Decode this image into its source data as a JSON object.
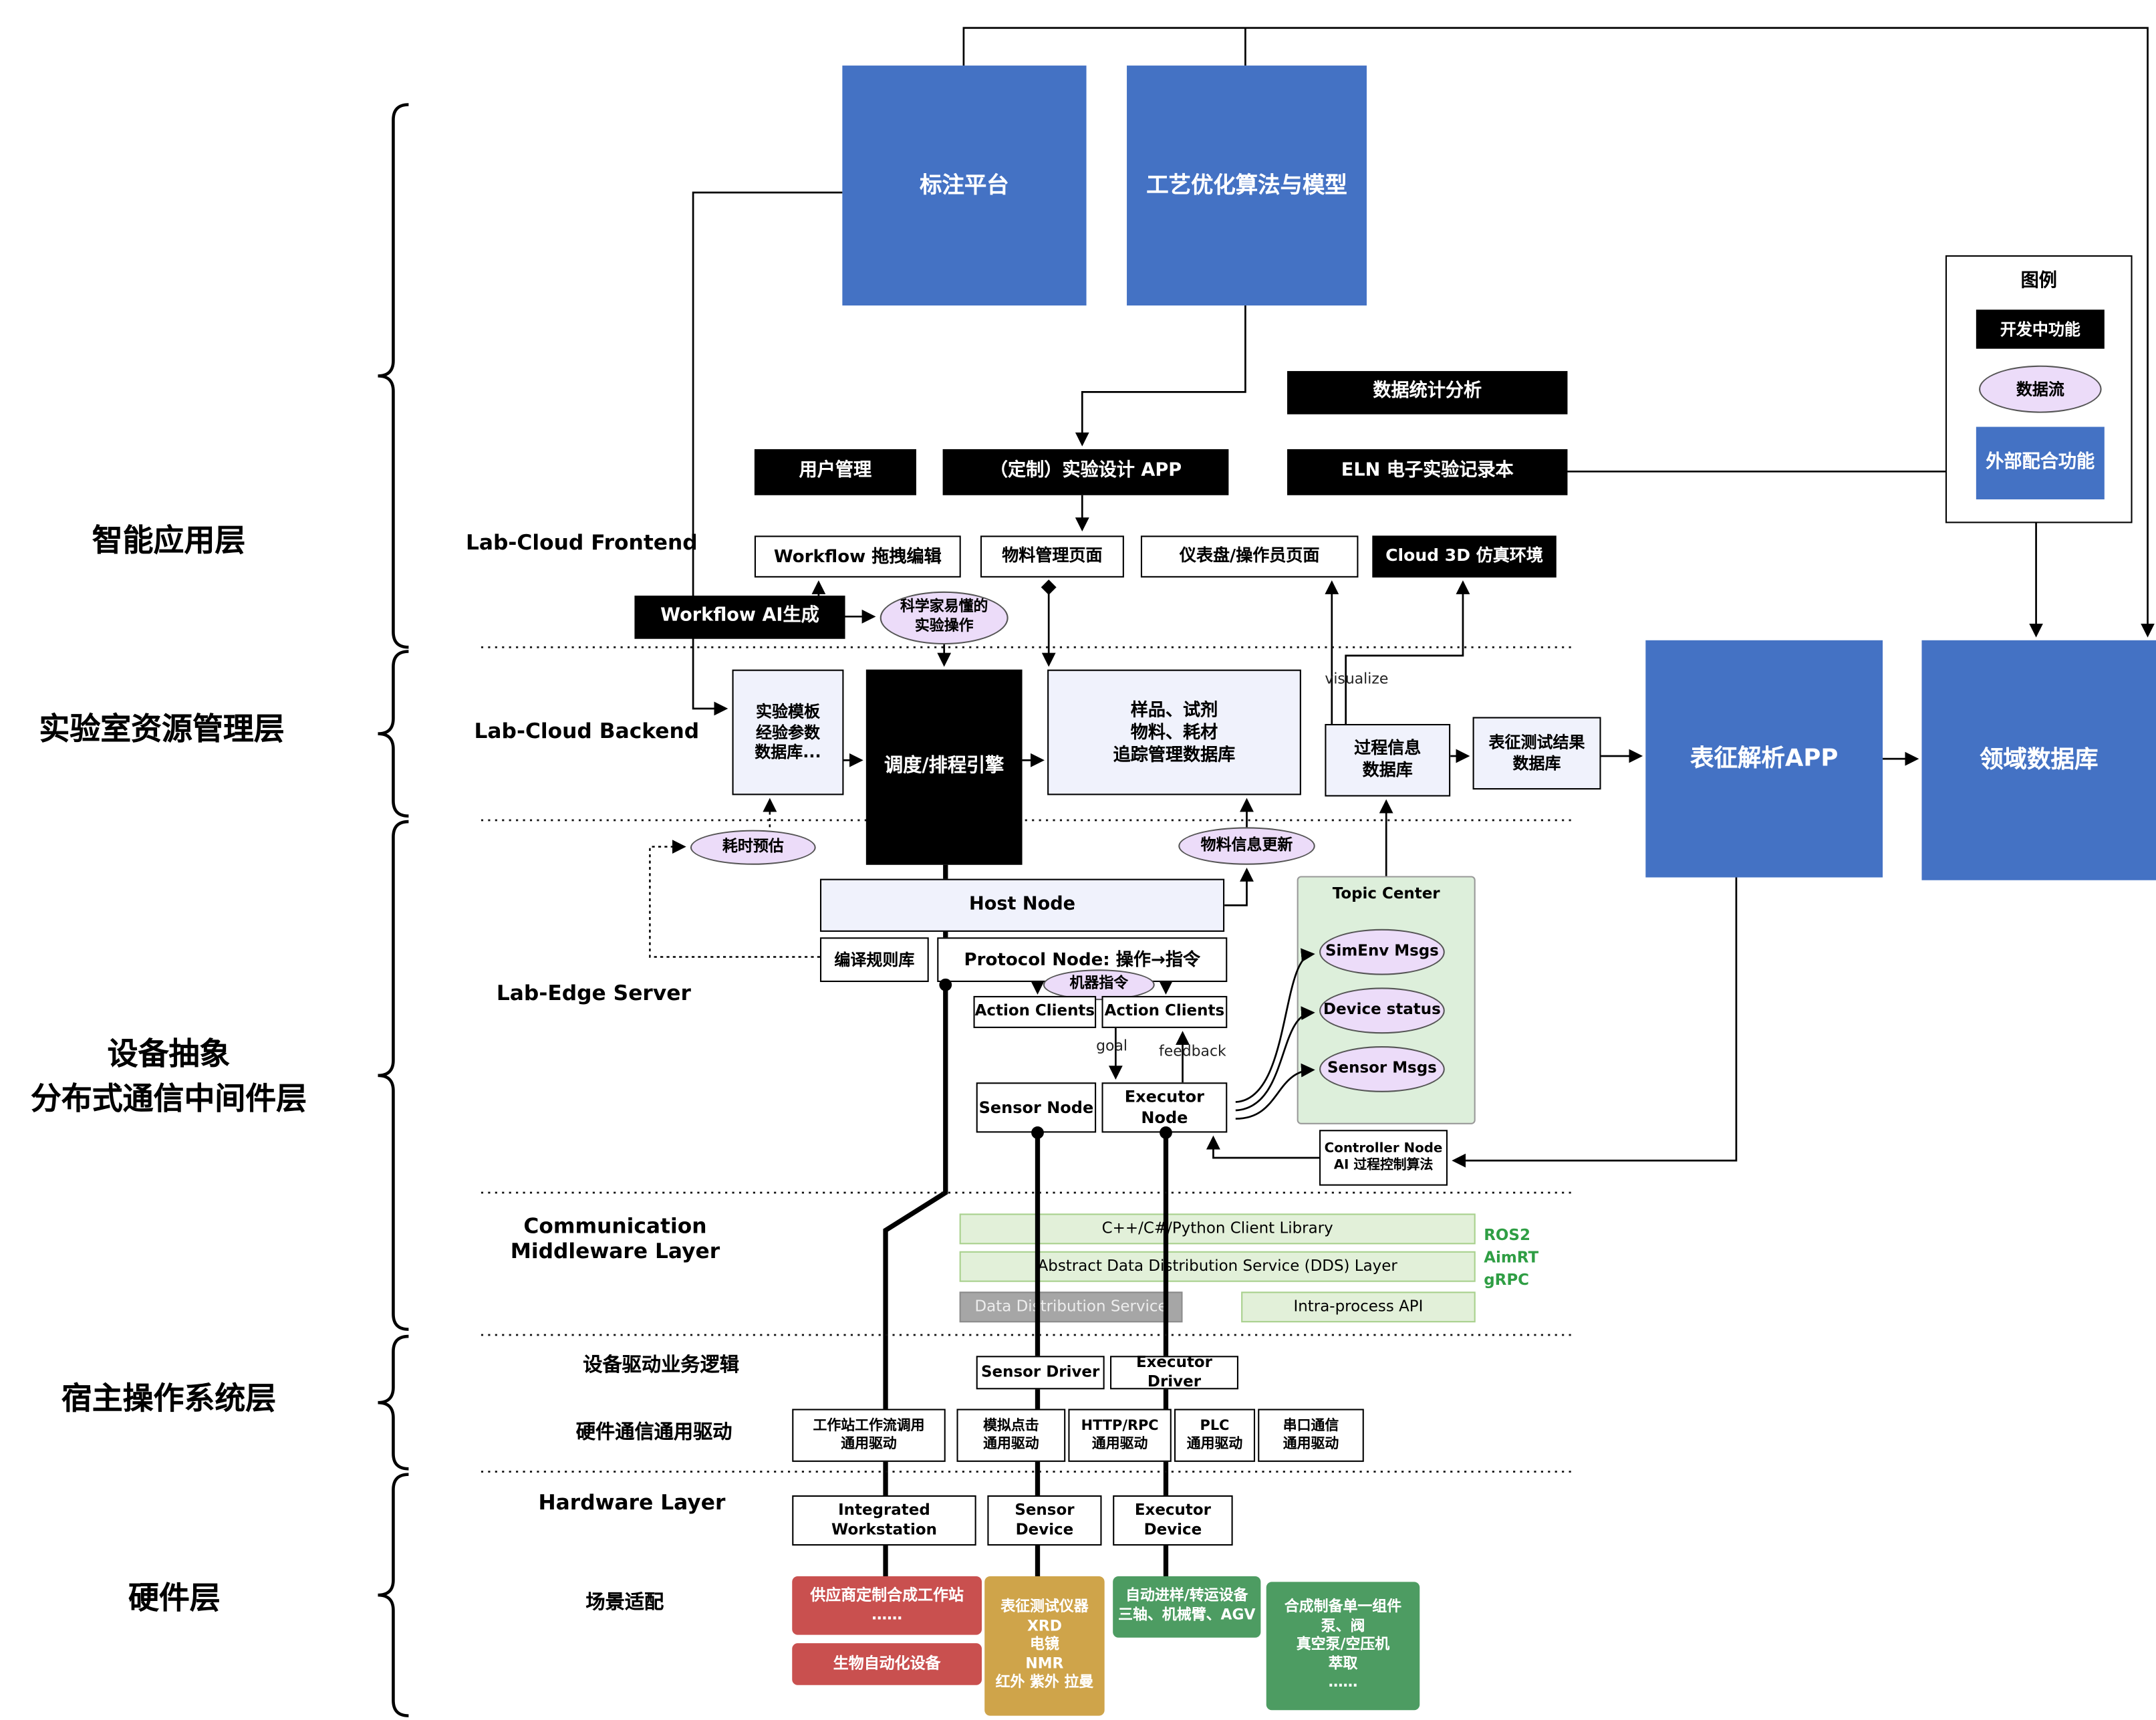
{
  "layers": {
    "app": "智能应用层",
    "resource": "实验室资源管理层",
    "device": "设备抽象\n分布式通信中间件层",
    "host_os": "宿主操作系统层",
    "hardware": "硬件层"
  },
  "sections": {
    "frontend": "Lab-Cloud Frontend",
    "backend": "Lab-Cloud Backend",
    "edge": "Lab-Edge Server",
    "middleware": "Communication\nMiddleware Layer",
    "driver_logic": "设备驱动业务逻辑",
    "hw_comm": "硬件通信通用驱动",
    "hardware_layer": "Hardware Layer",
    "scene": "场景适配"
  },
  "nodes": {
    "annotation_platform": "标注平台",
    "process_opt": "工艺优化算法与模型",
    "data_stats": "数据统计分析",
    "user_mgmt": "用户管理",
    "exp_design_app": "（定制）实验设计 APP",
    "eln": "ELN 电子实验记录本",
    "wf_editor": "Workflow 拖拽编辑",
    "material_page": "物料管理页面",
    "dashboard_page": "仪表盘/操作员页面",
    "cloud3d": "Cloud 3D 仿真环境",
    "wf_ai": "Workflow AI生成",
    "sci_ops": "科学家易懂的\n实验操作",
    "template_db": "实验模板\n经验参数\n数据库...",
    "scheduler": "调度/排程引擎",
    "sample_db": "样品、试剂\n物料、耗材\n追踪管理数据库",
    "process_db": "过程信息\n数据库",
    "result_db": "表征测试结果\n数据库",
    "char_app": "表征解析APP",
    "domain_db": "领域数据库",
    "time_est": "耗时预估",
    "material_update": "物料信息更新",
    "host_node": "Host Node",
    "rule_lib": "编译规则库",
    "protocol_node": "Protocol Node: 操作→指令",
    "machine_cmd": "机器指令",
    "action_clients_l": "Action Clients",
    "action_clients_r": "Action Clients",
    "topic_center": "Topic Center",
    "simenv_msgs": "SimEnv Msgs",
    "device_status": "Device status",
    "sensor_msgs": "Sensor Msgs",
    "sensor_node": "Sensor Node",
    "executor_node": "Executor Node",
    "controller_node": "Controller Node\nAI 过程控制算法",
    "client_lib": "C++/C#/Python Client Library",
    "dds_layer": "Abstract Data Distribution Service (DDS) Layer",
    "dds_service": "Data Distribution Service",
    "intra_api": "Intra-process API",
    "sensor_driver": "Sensor Driver",
    "executor_driver": "Executor Driver",
    "drv_workstation": "工作站工作流调用\n通用驱动",
    "drv_click": "模拟点击\n通用驱动",
    "drv_http": "HTTP/RPC\n通用驱动",
    "drv_plc": "PLC\n通用驱动",
    "drv_serial": "串口通信\n通用驱动",
    "hw_workstation": "Integrated Workstation",
    "hw_sensor": "Sensor Device",
    "hw_executor": "Executor Device",
    "vendor_ws": "供应商定制合成工作站\n……",
    "bio_auto": "生物自动化设备",
    "char_instruments": "表征测试仪器\nXRD\n电镜\nNMR\n红外 紫外 拉曼",
    "transfer_dev": "自动进样/转运设备\n三轴、机械臂、AGV",
    "synth_comp": "合成制备单一组件\n泵、阀\n真空泵/空压机\n萃取\n……"
  },
  "annotations": {
    "visualize": "visualize",
    "goal": "goal",
    "feedback": "feedback",
    "ros2": "ROS2",
    "aimrt": "AimRT",
    "grpc": "gRPC"
  },
  "legend": {
    "title": "图例",
    "dev": "开发中功能",
    "flow": "数据流",
    "external": "外部配合功能"
  },
  "colors": {
    "blue": "#4472c4",
    "black": "#000000",
    "lavender": "#f0f2fc",
    "data_flow_purple": "#ecdcf9",
    "middleware_green": "#e2f0d9",
    "topic_green": "#ddefdb",
    "red": "#c9504f",
    "gold": "#cfa44a",
    "green_dark": "#4d9c62",
    "ros_green": "#2f9e44"
  }
}
